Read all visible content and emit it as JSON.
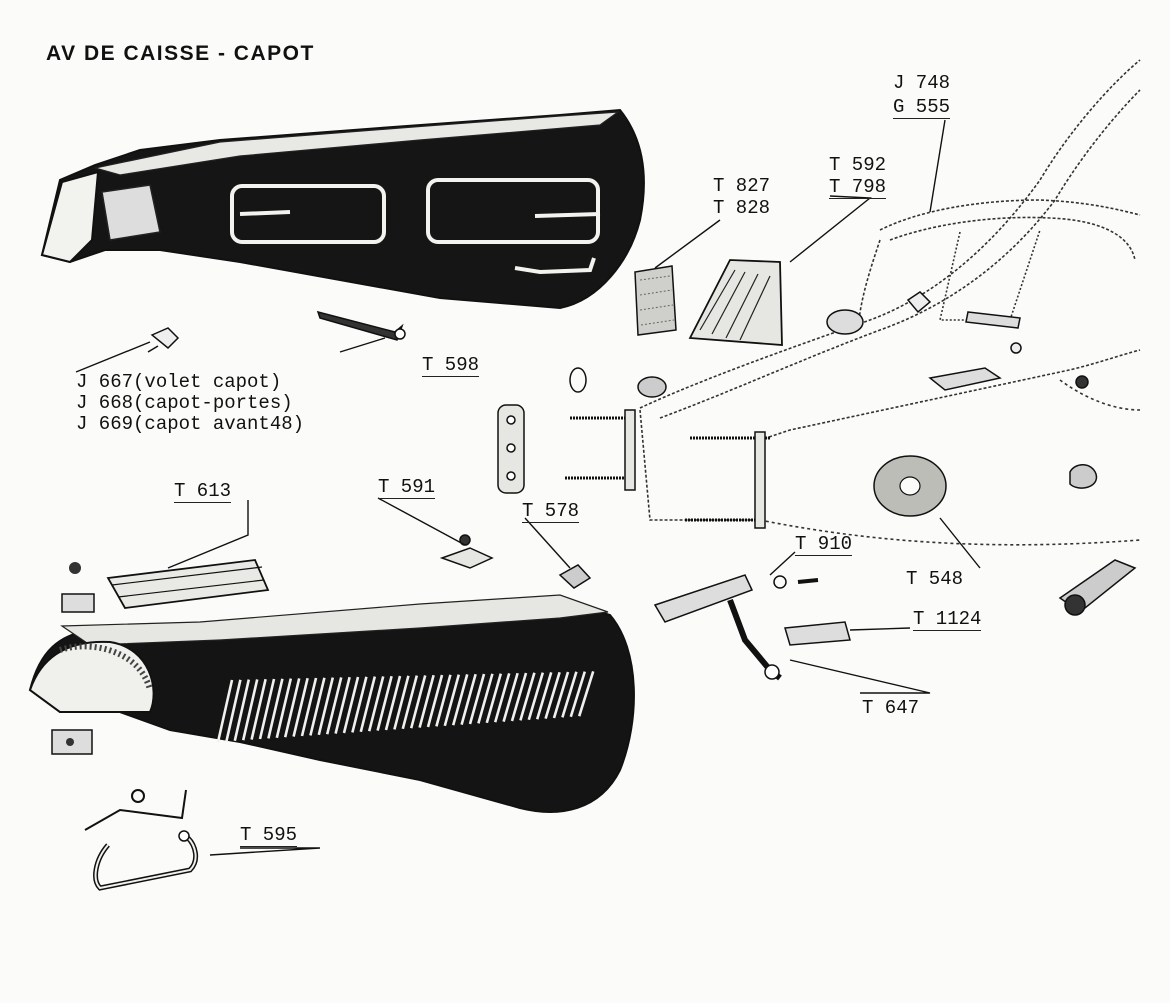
{
  "title": "AV DE CAISSE - CAPOT",
  "part_labels": {
    "j748": "J 748",
    "g555": "G 555",
    "t592": "T 592",
    "t798": "T 798",
    "t827": "T 827",
    "t828": "T 828",
    "t598": "T 598",
    "t613": "T 613",
    "t591": "T 591",
    "t578": "T 578",
    "t910": "T 910",
    "t548": "T 548",
    "t1124": "T 1124",
    "t647": "T 647",
    "t595": "T 595"
  },
  "legend": [
    {
      "code": "J 667",
      "desc": "(volet capot)"
    },
    {
      "code": "J 668",
      "desc": "(capot-portes)"
    },
    {
      "code": "J 669",
      "desc": "(capot avant48)"
    }
  ]
}
